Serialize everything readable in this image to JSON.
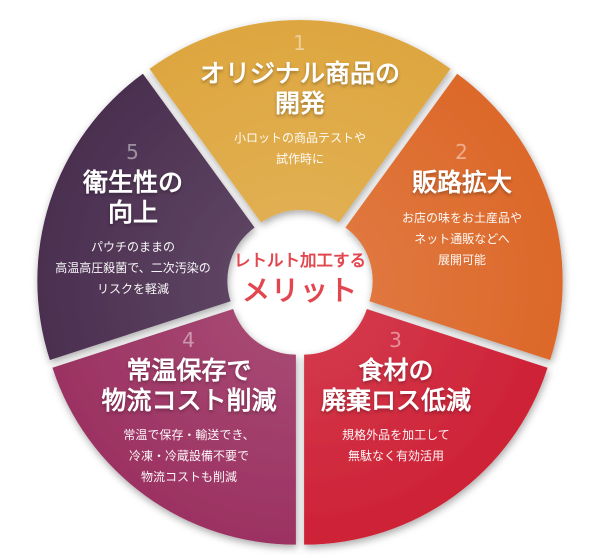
{
  "center": {
    "line1": "レトルト加工する",
    "line2": "メリット",
    "text_color": "#E2474F"
  },
  "segments": [
    {
      "number": "1",
      "title": "オリジナル商品の\n開発",
      "desc": "小ロットの商品テストや\n試作時に",
      "color": "#DEA63F"
    },
    {
      "number": "2",
      "title": "販路拡大",
      "desc": "お店の味をお土産品や\nネット通販などへ\n展開可能",
      "color": "#DC6829"
    },
    {
      "number": "3",
      "title": "食材の\n廃棄ロス低減",
      "desc": "規格外品を加工して\n無駄なく有効活用",
      "color": "#CE2136"
    },
    {
      "number": "4",
      "title": "常温保存で\n物流コスト削減",
      "desc": "常温で保存・輸送でき、\n冷凍・冷蔵設備不要で\n物流コストも削減",
      "color": "#9C3262"
    },
    {
      "number": "5",
      "title": "衛生性の\n向上",
      "desc": "パウチのままの\n高温高圧殺菌で、二次汚染の\nリスクを軽減",
      "color": "#4B2F50"
    }
  ]
}
